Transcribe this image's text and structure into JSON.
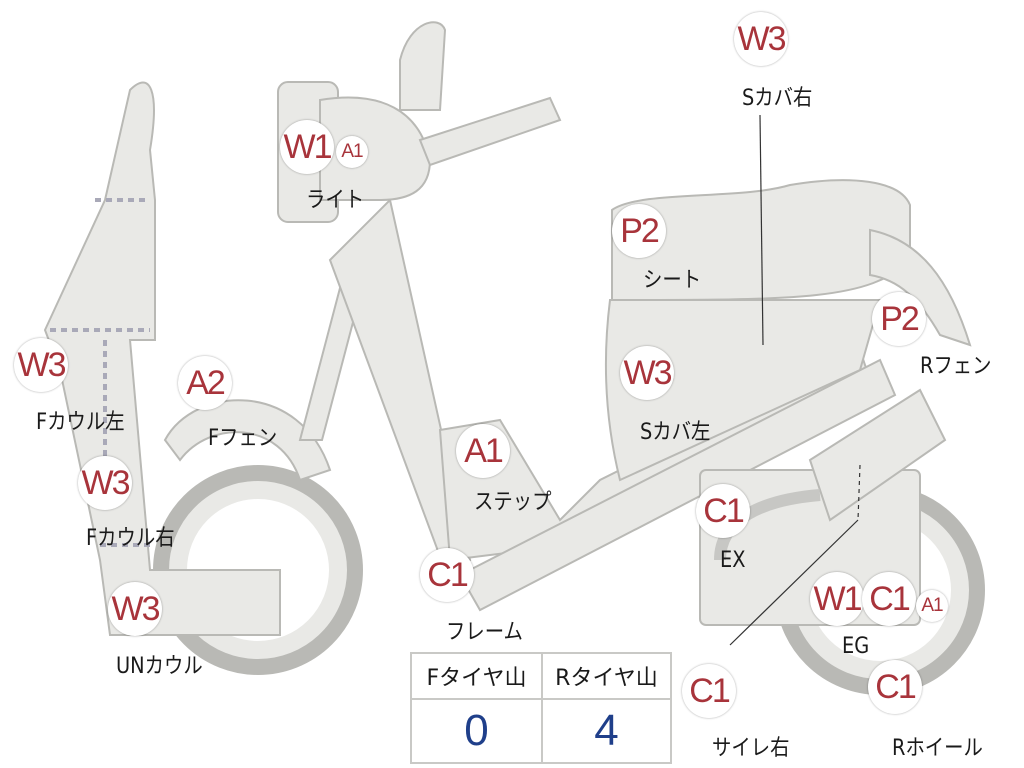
{
  "colors": {
    "body_fill": "#e9e9e6",
    "outline": "#b9b9b5",
    "badge_text": "#a8343b",
    "value_text": "#1f3f8a"
  },
  "parts": [
    {
      "id": "s-cover-right",
      "code": "W3",
      "label": "Sカバ右"
    },
    {
      "id": "light",
      "code": "W1",
      "code2": "A1",
      "label": "ライト"
    },
    {
      "id": "seat",
      "code": "P2",
      "label": "シート"
    },
    {
      "id": "r-fender",
      "code": "P2",
      "label": "Rフェン"
    },
    {
      "id": "f-cowl-left",
      "code": "W3",
      "label": "Fカウル左"
    },
    {
      "id": "f-fender",
      "code": "A2",
      "label": "Fフェン"
    },
    {
      "id": "s-cover-left",
      "code": "W3",
      "label": "Sカバ左"
    },
    {
      "id": "step",
      "code": "A1",
      "label": "ステップ"
    },
    {
      "id": "f-cowl-right",
      "code": "W3",
      "label": "Fカウル右"
    },
    {
      "id": "exhaust",
      "code": "C1",
      "label": "EX"
    },
    {
      "id": "frame",
      "code": "C1",
      "label": "フレーム"
    },
    {
      "id": "under-cowl",
      "code": "W3",
      "label": "UNカウル"
    },
    {
      "id": "engine",
      "code": "W1",
      "code2": "C1",
      "code3": "A1",
      "label": "EG"
    },
    {
      "id": "side-stand-right",
      "code": "C1",
      "label": "サイレ右"
    },
    {
      "id": "r-wheel",
      "code": "C1",
      "label": "Rホイール"
    }
  ],
  "tire_table": {
    "headers": [
      "Fタイヤ山",
      "Rタイヤ山"
    ],
    "values": [
      "0",
      "4"
    ]
  }
}
